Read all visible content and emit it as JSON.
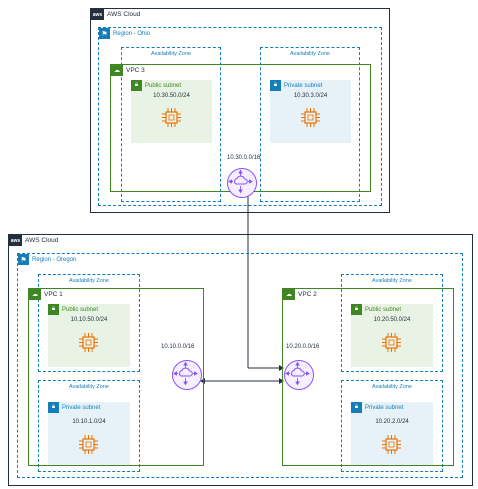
{
  "cloud_label": "AWS Cloud",
  "top": {
    "cloud_title": "AWS Cloud",
    "region_title": "Region - Ohio",
    "az_left": "Availability Zone",
    "az_right": "Availability Zone",
    "vpc_title": "VPC 3",
    "public_subnet": {
      "title": "Public subnet",
      "cidr": "10.30.50.0/24"
    },
    "private_subnet": {
      "title": "Private subnet",
      "cidr": "10.30.3.0/24"
    },
    "tgw_cidr": "10.30.0.0/16"
  },
  "bottom": {
    "cloud_title": "AWS Cloud",
    "region_title": "Region - Oregon",
    "vpc1": {
      "title": "VPC 1",
      "az_top": "Availability Zone",
      "az_bottom": "Availability Zone",
      "public_subnet": {
        "title": "Public subnet",
        "cidr": "10.10.50.0/24"
      },
      "private_subnet": {
        "title": "Private subnet",
        "cidr": "10.10.1.0/24"
      },
      "tgw_cidr": "10.10.0.0/16"
    },
    "vpc2": {
      "title": "VPC 2",
      "az_top": "Availability Zone",
      "az_bottom": "Availability Zone",
      "public_subnet": {
        "title": "Public subnet",
        "cidr": "10.20.50.0/24"
      },
      "private_subnet": {
        "title": "Private subnet",
        "cidr": "10.20.2.0/24"
      },
      "tgw_cidr": "10.20.0.0/16"
    }
  },
  "colors": {
    "aws_dark": "#232f3e",
    "region_blue": "#147eba",
    "vpc_green": "#3f8624",
    "compute_orange": "#ed7100",
    "tgw_purple": "#8c4fff",
    "public_fill": "#e9f3e5",
    "private_fill": "#e6f2f8"
  },
  "icons": {
    "cloud": "aws-cloud-icon",
    "region": "region-flag-icon",
    "vpc": "vpc-icon",
    "subnet_public": "lock-icon",
    "subnet_private": "lock-icon",
    "instance": "ec2-instance-icon",
    "transit_gateway": "transit-gateway-icon"
  }
}
